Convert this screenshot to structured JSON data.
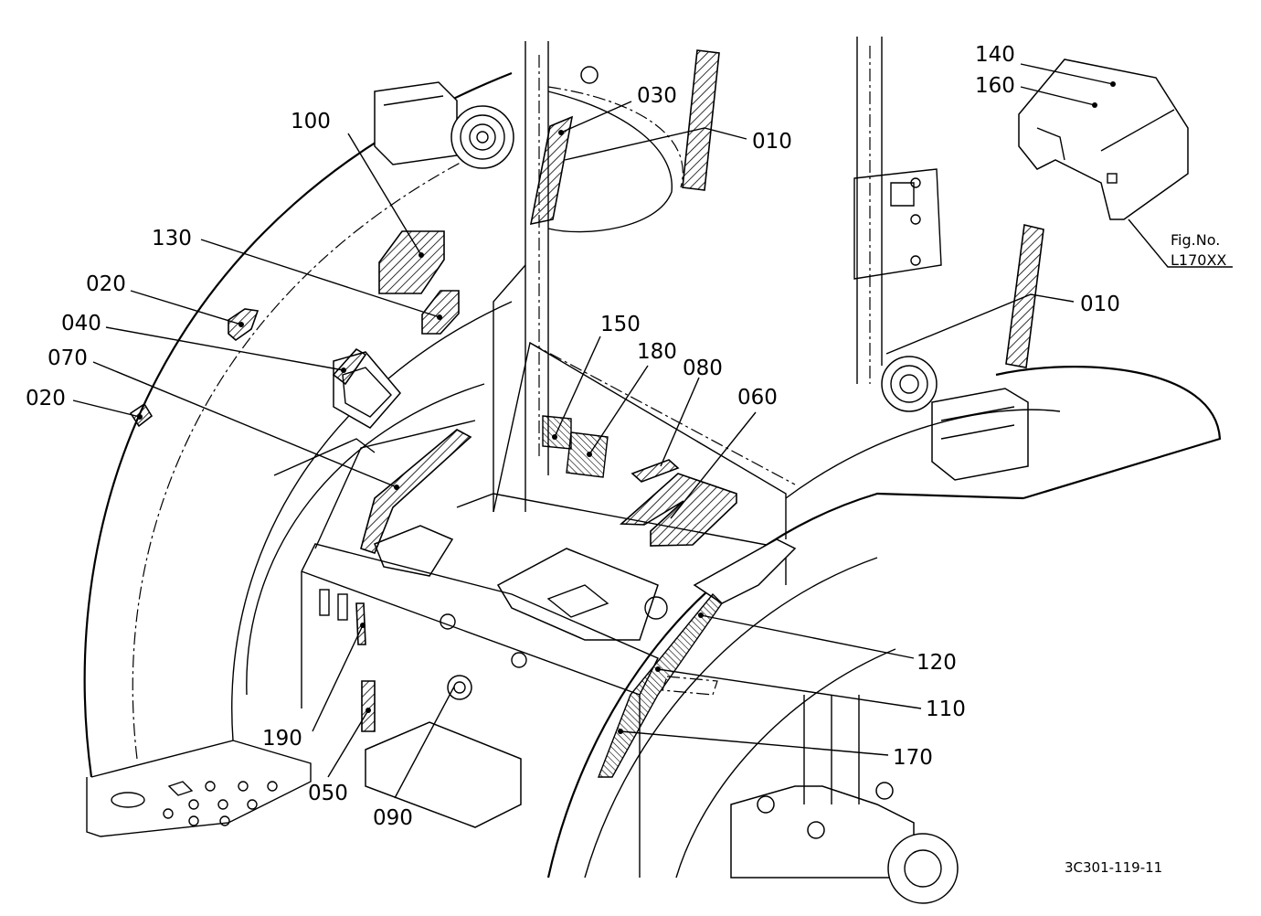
{
  "figure_ref": {
    "label": "Fig.No.",
    "number": "L170XX"
  },
  "drawing_code": "3C301-119-11",
  "callouts": [
    {
      "id": "140",
      "text": "140"
    },
    {
      "id": "160",
      "text": "160"
    },
    {
      "id": "030",
      "text": "030"
    },
    {
      "id": "010a",
      "text": "010"
    },
    {
      "id": "100",
      "text": "100"
    },
    {
      "id": "130",
      "text": "130"
    },
    {
      "id": "020a",
      "text": "020"
    },
    {
      "id": "040",
      "text": "040"
    },
    {
      "id": "070",
      "text": "070"
    },
    {
      "id": "020b",
      "text": "020"
    },
    {
      "id": "010b",
      "text": "010"
    },
    {
      "id": "150",
      "text": "150"
    },
    {
      "id": "180",
      "text": "180"
    },
    {
      "id": "080",
      "text": "080"
    },
    {
      "id": "060",
      "text": "060"
    },
    {
      "id": "120",
      "text": "120"
    },
    {
      "id": "110",
      "text": "110"
    },
    {
      "id": "170",
      "text": "170"
    },
    {
      "id": "190",
      "text": "190"
    },
    {
      "id": "050",
      "text": "050"
    },
    {
      "id": "090",
      "text": "090"
    }
  ]
}
